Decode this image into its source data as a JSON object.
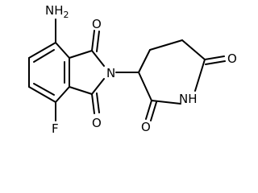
{
  "molecule": {
    "labels": {
      "amino": "NH2",
      "fluoro": "F",
      "imide_n": "N",
      "imide_o_top": "O",
      "imide_o_bottom": "O",
      "lactam_nh": "NH",
      "lactam_o_left": "O",
      "lactam_o_right": "O"
    }
  },
  "colors": {
    "bond": "#000000",
    "text": "#000000",
    "background": "#ffffff"
  }
}
